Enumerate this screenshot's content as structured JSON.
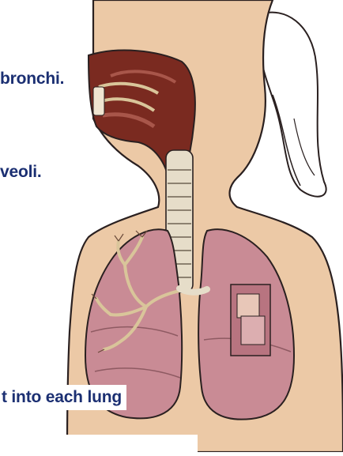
{
  "captions": {
    "line1": "bronchi.",
    "line2": "veoli.",
    "line3": "t into each lung",
    "line4": ""
  },
  "colors": {
    "caption_text": "#1b2f72",
    "skin": "#ecc9a6",
    "outline": "#2a2020",
    "lung": "#c98b95",
    "nasal_cavity": "#7a2a20",
    "trachea": "#e6ddc9"
  }
}
